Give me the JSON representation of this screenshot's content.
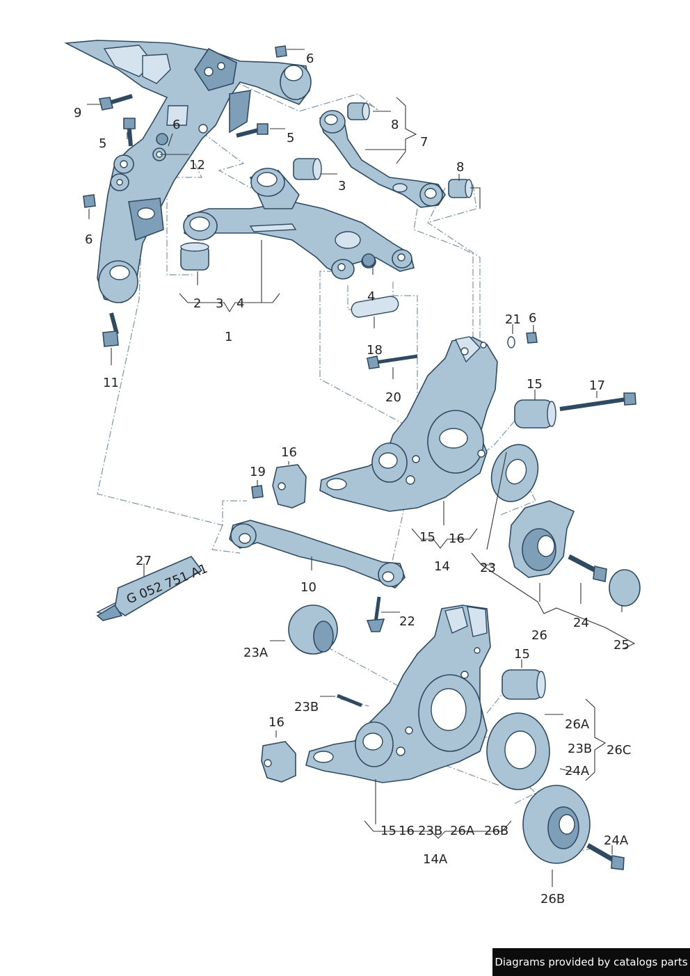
{
  "callouts": {
    "c1": "1",
    "c2": "2",
    "c3": "3",
    "c4": "4",
    "c3b": "3",
    "c4b": "4",
    "c5a": "5",
    "c5b": "5",
    "c6a": "6",
    "c6b": "6",
    "c6c": "6",
    "c6d": "6",
    "c7": "7",
    "c8a": "8",
    "c8b": "8",
    "c9": "9",
    "c10": "10",
    "c11": "11",
    "c12": "12",
    "c14": "14",
    "c14A": "14A",
    "c15a": "15",
    "c15b": "15",
    "c15c": "15",
    "c15d": "15",
    "c16a": "16",
    "c16b": "16",
    "c16c": "16",
    "c16d": "16",
    "c17": "17",
    "c18": "18",
    "c19": "19",
    "c20": "20",
    "c21": "21",
    "c22": "22",
    "c23": "23",
    "c23A": "23A",
    "c23B1": "23B",
    "c23B2": "23B",
    "c23B3": "23B",
    "c24": "24",
    "c24A1": "24A",
    "c24A2": "24A",
    "c25": "25",
    "c26": "26",
    "c26A1": "26A",
    "c26A2": "26A",
    "c26B1": "26B",
    "c26B2": "26B",
    "c26C": "26C",
    "c27": "27"
  },
  "tube_text": "G 052 751 A1",
  "footer_text": "Diagrams provided by catalogs parts"
}
